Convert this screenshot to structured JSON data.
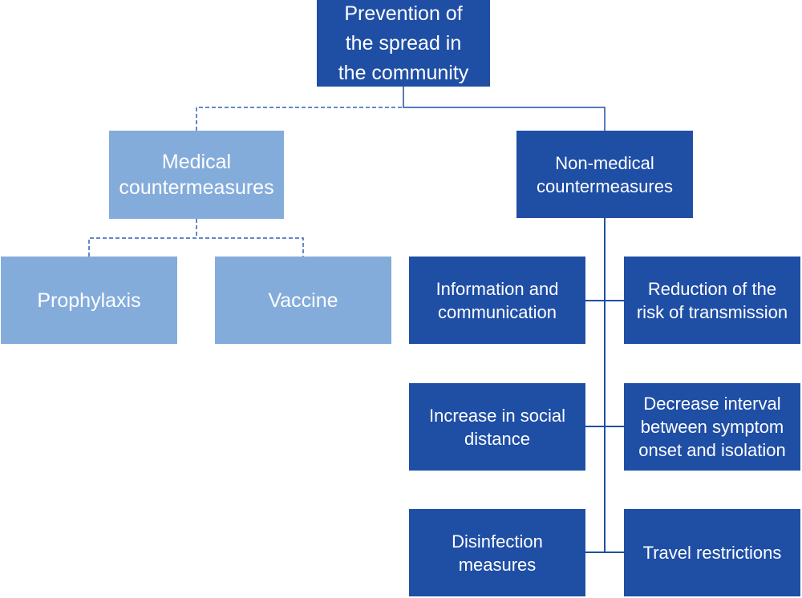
{
  "colors": {
    "dark_box": "#1f4ea5",
    "light_box": "#84acdb",
    "dark_connector": "#1f4ea5",
    "light_connector": "#2e62b5",
    "text": "#ffffff"
  },
  "diagram": {
    "root": {
      "label": "Prevention of\nthe spread in\nthe community"
    },
    "medical": {
      "label": "Medical\ncountermeasures",
      "connector_style": "dashed",
      "children": [
        {
          "label": "Prophylaxis"
        },
        {
          "label": "Vaccine"
        }
      ]
    },
    "non_medical": {
      "label": "Non-medical\ncountermeasures",
      "connector_style": "solid",
      "children": [
        {
          "label": "Information and\ncommunication"
        },
        {
          "label": "Reduction of the\nrisk of transmission"
        },
        {
          "label": "Increase in social\ndistance"
        },
        {
          "label": "Decrease  interval\nbetween symptom\nonset and isolation"
        },
        {
          "label": "Disinfection\nmeasures"
        },
        {
          "label": "Travel restrictions"
        }
      ]
    }
  }
}
